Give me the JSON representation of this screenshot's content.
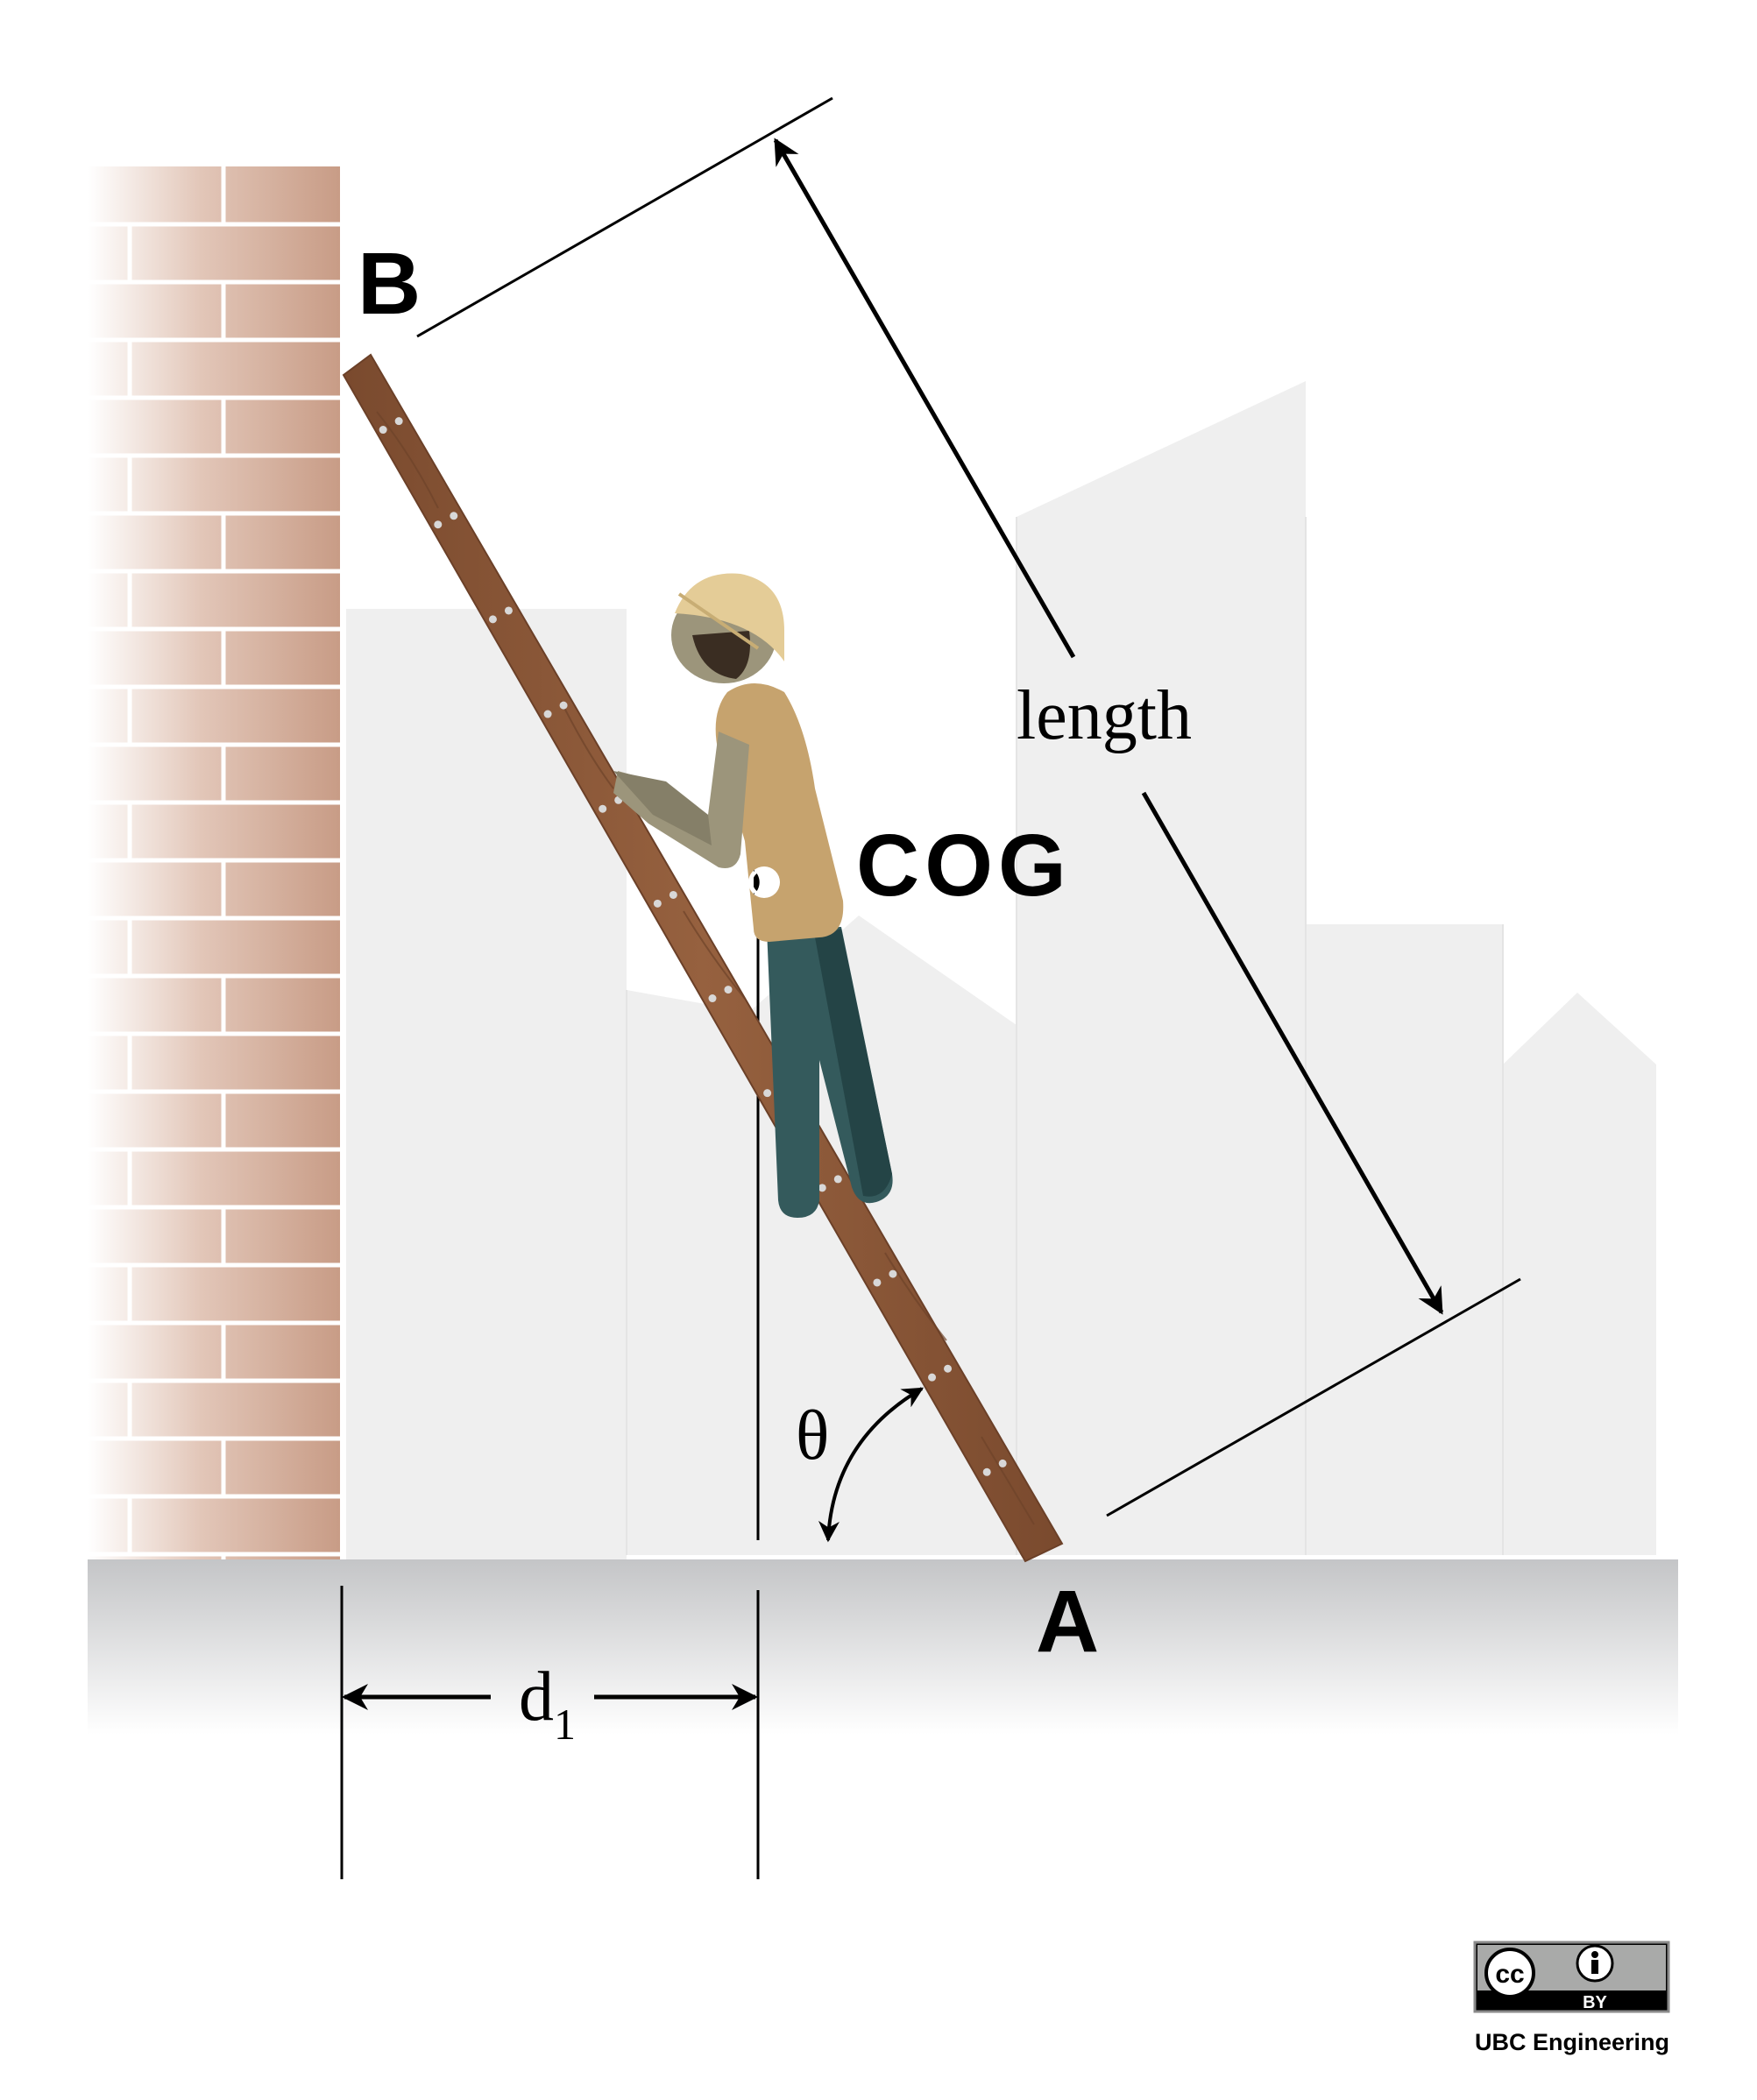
{
  "labels": {
    "point_b": "B",
    "point_a": "A",
    "length": "length",
    "cog": "COG",
    "angle": "θ",
    "distance": "d",
    "distance_subscript": "1"
  },
  "license": {
    "cc_badge": "cc",
    "by_text": "BY",
    "credit": "UBC Engineering"
  },
  "colors": {
    "brick": "#c9a08a",
    "ladder": "#8b5a3c",
    "ground": "#c8c9cb",
    "background_buildings": "#efefef",
    "shirt": "#c6a36e",
    "pants": "#345a5c",
    "helmet": "#e4cc97",
    "lines": "#000000"
  }
}
